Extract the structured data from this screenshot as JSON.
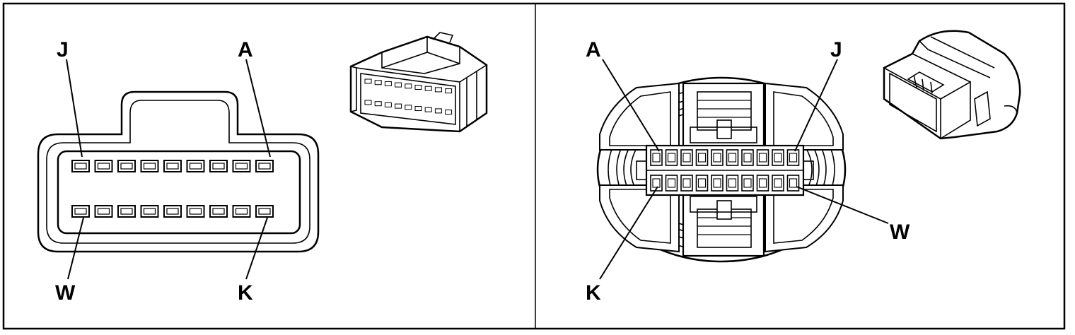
{
  "left_panel": {
    "labels": {
      "top_left": "J",
      "top_right": "A",
      "bottom_left": "W",
      "bottom_right": "K"
    },
    "pins_per_row": 9,
    "rows": 2
  },
  "right_panel": {
    "labels": {
      "top_left": "A",
      "top_right": "J",
      "bottom_right": "W",
      "bottom_left": "K"
    },
    "pins_per_row": 10,
    "rows": 2
  }
}
